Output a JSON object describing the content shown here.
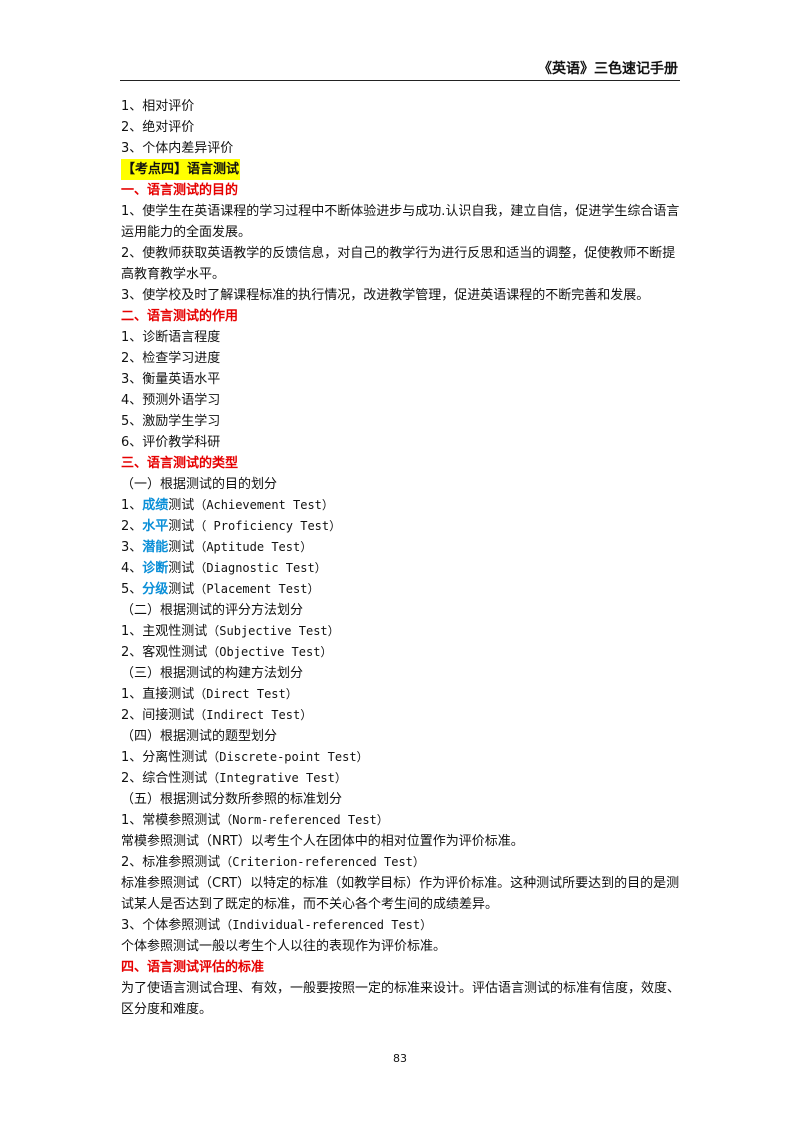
{
  "header": {
    "title": "《英语》三色速记手册"
  },
  "page_number": "83",
  "content": {
    "eval_items": [
      "1、相对评价",
      "2、绝对评价",
      "3、个体内差异评价"
    ],
    "topic_badge": "【考点四】语言测试",
    "s1": {
      "heading": "一、语言测试的目的",
      "p1": "1、使学生在英语课程的学习过程中不断体验进步与成功.认识自我，建立自信，促进学生综合语言运用能力的全面发展。",
      "p2": "2、使教师获取英语教学的反馈信息，对自己的教学行为进行反思和适当的调整，促使教师不断提高教育教学水平。",
      "p3": "3、使学校及时了解课程标准的执行情况，改进教学管理，促进英语课程的不断完善和发展。"
    },
    "s2": {
      "heading": "二、语言测试的作用",
      "items": [
        "1、诊断语言程度",
        "2、检查学习进度",
        "3、衡量英语水平",
        "4、预测外语学习",
        "5、激励学生学习",
        "6、评价教学科研"
      ]
    },
    "s3": {
      "heading": "三、语言测试的类型",
      "g1": {
        "title": "（一）根据测试的目的划分",
        "items": [
          {
            "pre": "1、",
            "key": "成绩",
            "mid": "测试",
            "en": "（Achievement Test）"
          },
          {
            "pre": "2、",
            "key": "水平",
            "mid": "测试",
            "en": "（ Proficiency Test）"
          },
          {
            "pre": "3、",
            "key": "潜能",
            "mid": "测试",
            "en": "（Aptitude Test）"
          },
          {
            "pre": "4、",
            "key": "诊断",
            "mid": "测试",
            "en": "（Diagnostic Test）"
          },
          {
            "pre": "5、",
            "key": "分级",
            "mid": "测试",
            "en": "（Placement Test）"
          }
        ]
      },
      "g2": {
        "title": "（二）根据测试的评分方法划分",
        "items": [
          {
            "zh": "1、主观性测试",
            "en": "（Subjective Test）"
          },
          {
            "zh": "2、客观性测试",
            "en": "（Objective Test）"
          }
        ]
      },
      "g3": {
        "title": "（三）根据测试的构建方法划分",
        "items": [
          {
            "zh": "1、直接测试",
            "en": "（Direct Test）"
          },
          {
            "zh": "2、间接测试",
            "en": "（Indirect Test）"
          }
        ]
      },
      "g4": {
        "title": "（四）根据测试的题型划分",
        "items": [
          {
            "zh": "1、分离性测试",
            "en": "（Discrete-point Test）"
          },
          {
            "zh": "2、综合性测试",
            "en": "（Integrative Test）"
          }
        ]
      },
      "g5": {
        "title": "（五）根据测试分数所参照的标准划分",
        "i1_zh": "1、常模参照测试",
        "i1_en": "（Norm-referenced Test）",
        "i1_desc": "常模参照测试（NRT）以考生个人在团体中的相对位置作为评价标准。",
        "i2_zh": "2、标准参照测试",
        "i2_en": "（Criterion-referenced Test）",
        "i2_desc": "标准参照测试（CRT）以特定的标准（如教学目标）作为评价标准。这种测试所要达到的目的是测试某人是否达到了既定的标准，而不关心各个考生间的成绩差异。",
        "i3_zh": "3、个体参照测试",
        "i3_en": "（Individual-referenced Test）",
        "i3_desc": "个体参照测试一般以考生个人以往的表现作为评价标准。"
      }
    },
    "s4": {
      "heading": "四、语言测试评估的标准",
      "p1": "为了使语言测试合理、有效，一般要按照一定的标准来设计。评估语言测试的标准有信度，效度、区分度和难度。"
    }
  }
}
